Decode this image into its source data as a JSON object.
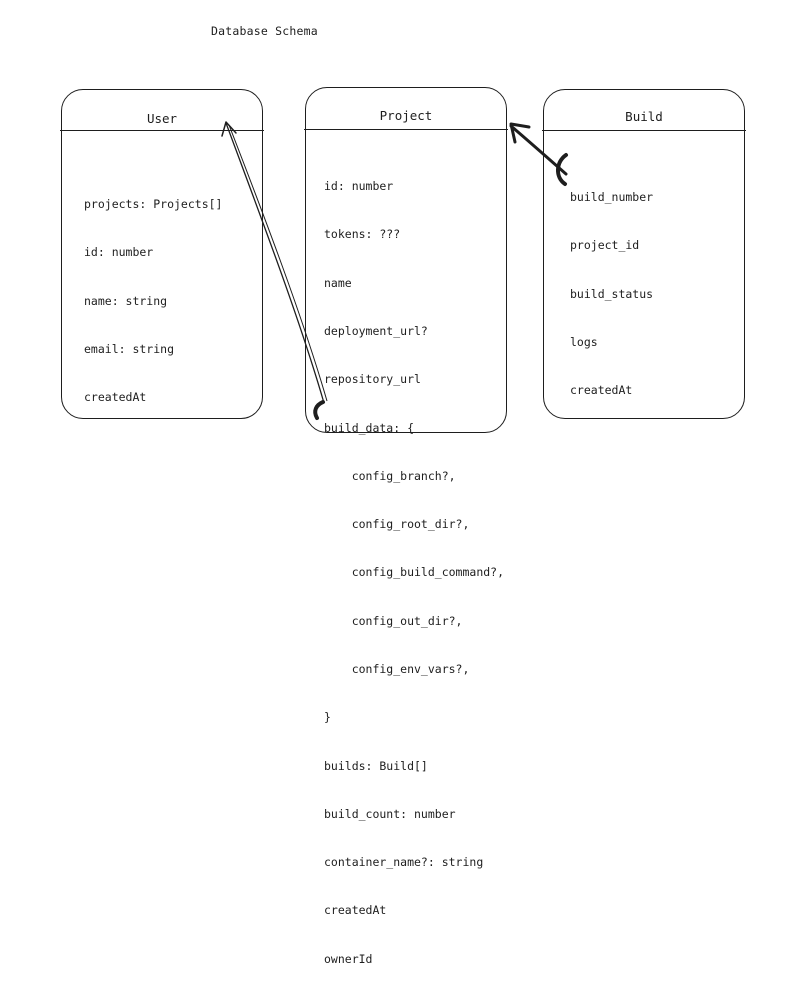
{
  "diagram": {
    "title": "Database Schema"
  },
  "entities": {
    "user": {
      "name": "User",
      "fields": [
        "projects: Projects[]",
        "id: number",
        "name: string",
        "email: string",
        "createdAt"
      ]
    },
    "project": {
      "name": "Project",
      "fields": [
        "id: number",
        "tokens: ???",
        "name",
        "deployment_url?",
        "repository_url",
        "build_data: {",
        "    config_branch?,",
        "    config_root_dir?,",
        "    config_build_command?,",
        "    config_out_dir?,",
        "    config_env_vars?,",
        "}",
        "builds: Build[]",
        "build_count: number",
        "container_name?: string",
        "createdAt",
        "ownerId"
      ]
    },
    "build": {
      "name": "Build",
      "fields": [
        "build_number",
        "project_id",
        "build_status",
        "logs",
        "createdAt"
      ]
    }
  },
  "relations": [
    {
      "from": "project.ownerId",
      "to": "user"
    },
    {
      "from": "build.project_id",
      "to": "project"
    }
  ],
  "colors": {
    "stroke": "#1e1e1e",
    "background": "#ffffff"
  }
}
